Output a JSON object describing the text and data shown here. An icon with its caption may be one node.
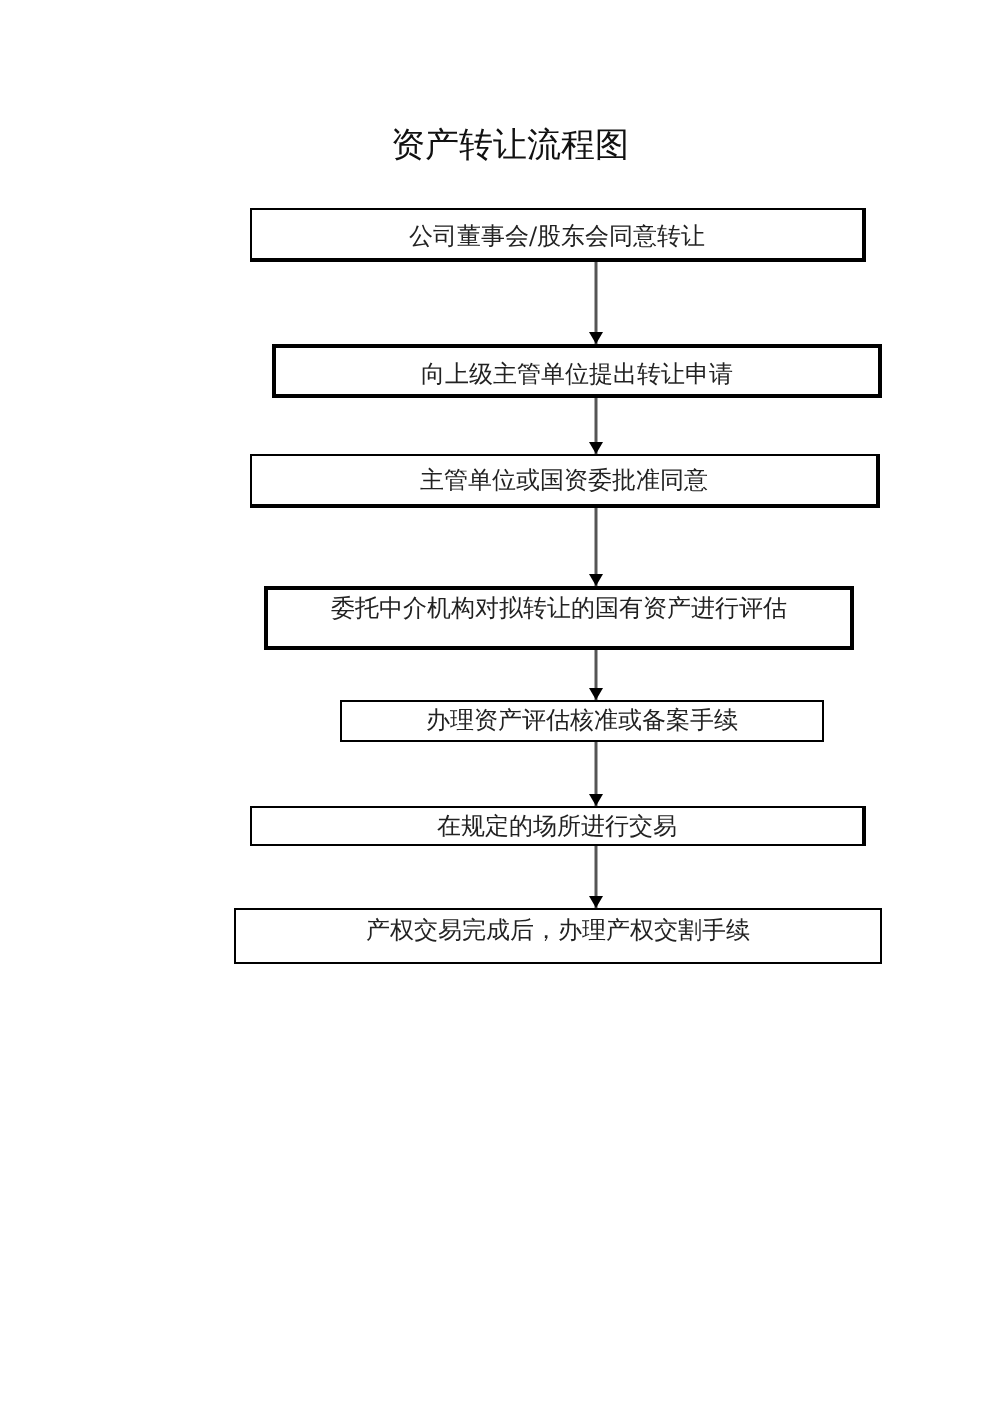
{
  "diagram": {
    "title": "资产转让流程图",
    "nodes": [
      {
        "text": [
          "公司董事会/股东会同意转让"
        ]
      },
      {
        "text": [
          "向上级主管单位提出转让申请"
        ]
      },
      {
        "text": [
          "主管单位或国资委批准同意"
        ]
      },
      {
        "text": [
          "委托中介机构对拟转让的国有资产进行评估"
        ]
      },
      {
        "text": [
          "办理资产评估核准或备案手续"
        ]
      },
      {
        "text": [
          "在规定的场所进行交易"
        ]
      },
      {
        "text": [
          "产权交易完成后，办理产权交割手续"
        ]
      }
    ],
    "edges": [
      {
        "from": 0,
        "to": 1,
        "arrow": "to"
      },
      {
        "from": 1,
        "to": 2,
        "arrow": "to"
      },
      {
        "from": 2,
        "to": 3,
        "arrow": "to"
      },
      {
        "from": 3,
        "to": 4,
        "arrow": "to"
      },
      {
        "from": 4,
        "to": 5,
        "arrow": "to"
      },
      {
        "from": 5,
        "to": 6,
        "arrow": "to"
      }
    ]
  }
}
